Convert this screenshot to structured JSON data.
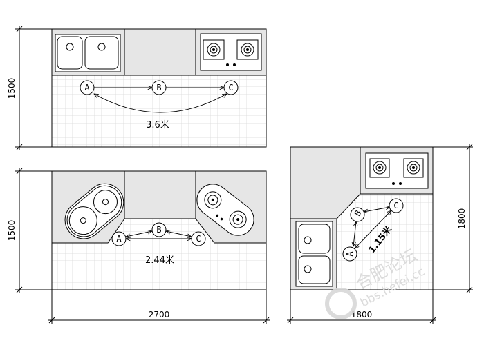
{
  "dimensions": {
    "layout1_height": "1500",
    "layout2_height": "1500",
    "layout2_width": "2700",
    "layout3_height": "1800",
    "layout3_width": "1800"
  },
  "points": {
    "a": "A",
    "b": "B",
    "c": "C"
  },
  "distances": {
    "layout1": "3.6米",
    "layout2": "2.44米",
    "layout3": "1.15米"
  },
  "watermark": {
    "line1": "合肥论坛",
    "line2": "bbs.hefei.cc"
  },
  "colors": {
    "counter": "#e6e6e6",
    "grid": "#d9d9d9",
    "line": "#000000"
  }
}
